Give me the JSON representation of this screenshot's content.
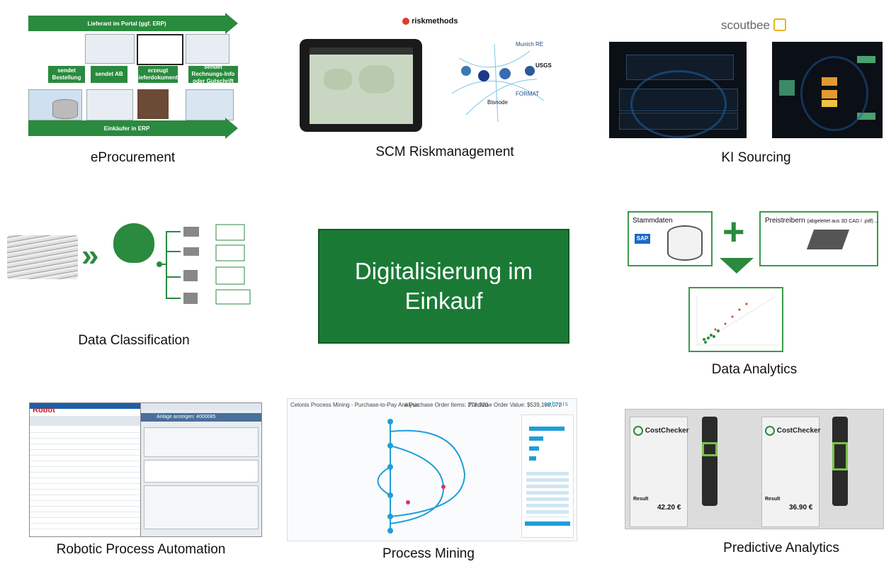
{
  "center": {
    "line1": "Digitalisierung im",
    "line2": "Einkauf"
  },
  "tiles": {
    "eprocurement": {
      "caption": "eProcurement",
      "top_arrow": "Lieferant im Portal (ggf. ERP)",
      "bottom_arrow": "Einkäufer in ERP",
      "boxes": [
        "sendet Bestellung",
        "sendet AB",
        "erzeugt Lieferdokumente",
        "sendet Rechnungs-Info oder Gutschrift"
      ]
    },
    "scm": {
      "caption": "SCM Riskmanagement",
      "logo": "riskmethods",
      "orgs": [
        "Munich RE",
        "USGS",
        "FORMAT",
        "Bisnode"
      ]
    },
    "ki": {
      "caption": "KI Sourcing",
      "logo": "scoutbee"
    },
    "classification": {
      "caption": "Data Classification"
    },
    "analytics": {
      "caption": "Data Analytics",
      "stammdaten": "Stammdaten",
      "preistreibern": "Preistreibern",
      "preistreibern_note": "(abgeleitet aus 3D CAD / .pdf) ...",
      "sap": "SAP",
      "plus": "+"
    },
    "rpa": {
      "caption": "Robotic Process Automation",
      "robot": "Robot",
      "sap_title": "Anlage anzeigen: 4000085"
    },
    "mining": {
      "caption": "Process Mining",
      "title": "Celonis Process Mining - Purchase-to-Pay Analysis",
      "items": "# Purchase Order Items: 279,020",
      "value": "Purchase Order Value: $539,180,072",
      "brand": "celonis"
    },
    "predictive": {
      "caption": "Predictive Analytics",
      "app": "CostChecker",
      "result": "Result",
      "price1": "42.20 €",
      "price2": "36.90 €"
    }
  }
}
